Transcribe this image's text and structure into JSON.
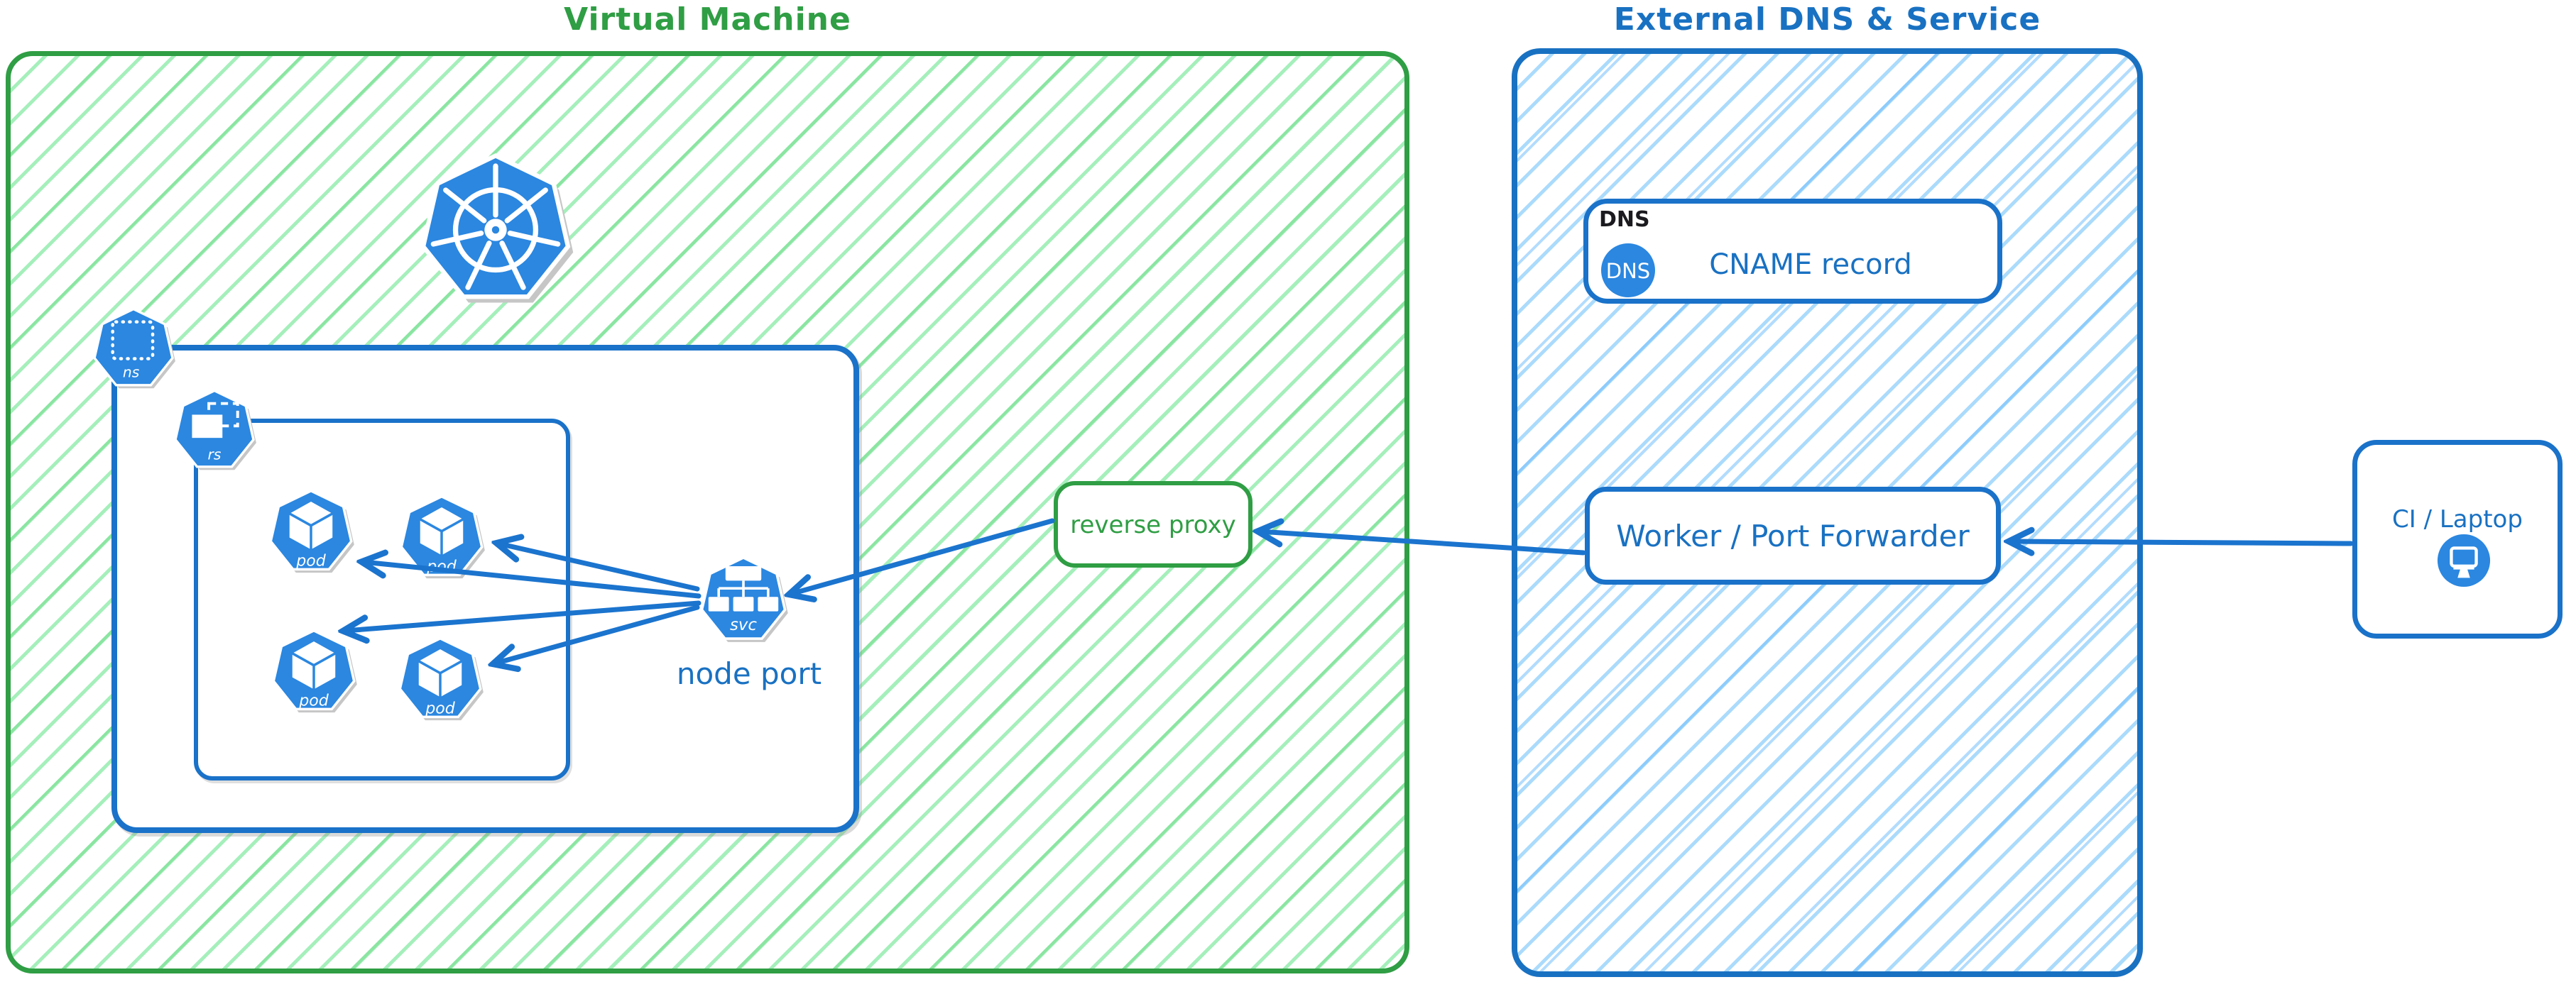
{
  "colors": {
    "green_border": "#2f9e44",
    "green_text": "#2f9e44",
    "green_hatch": "#a5efbb",
    "blue_border": "#1971c2",
    "blue_text": "#1971c2",
    "blue_hatch": "#abdbfc",
    "icon_blue": "#2b87e0",
    "arrow_blue": "#1b74ce",
    "dns_tag_black": "#1b1b1f",
    "card_background": "#ffffff"
  },
  "vm": {
    "title": "Virtual Machine",
    "node_port_label": "node port",
    "reverse_proxy_label": "reverse proxy",
    "icon_labels": {
      "namespace": "ns",
      "replicaset": "rs",
      "pod": "pod",
      "service": "svc"
    }
  },
  "external": {
    "title": "External DNS & Service",
    "dns_card": {
      "tag": "DNS",
      "icon_text": "DNS",
      "record_label": "CNAME record"
    },
    "worker_label": "Worker / Port Forwarder"
  },
  "ci": {
    "label": "CI / Laptop"
  }
}
